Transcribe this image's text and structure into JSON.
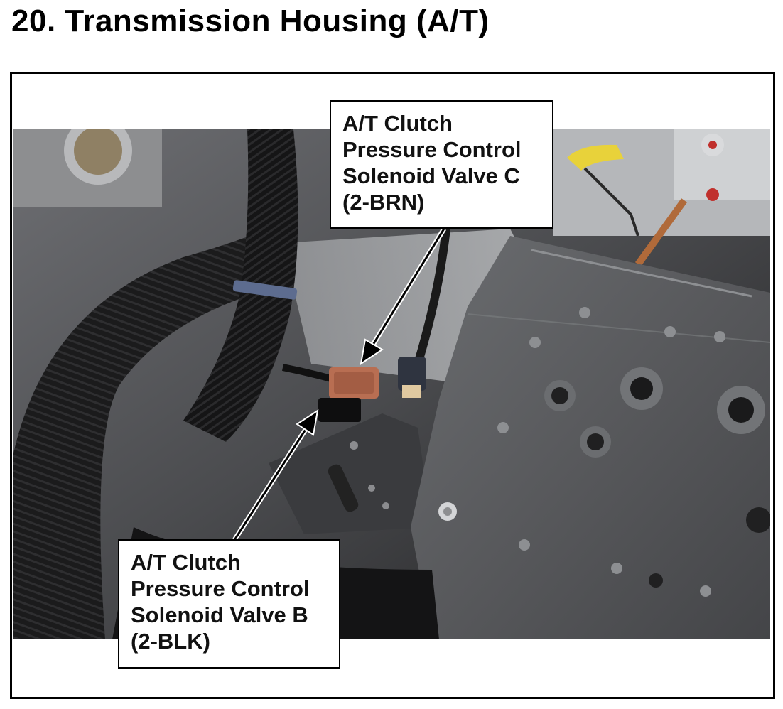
{
  "page": {
    "title": "20.  Transmission Housing (A/T)"
  },
  "callouts": {
    "valve_c": {
      "lines": [
        "A/T Clutch",
        "Pressure Control",
        "Solenoid Valve C",
        "(2-BRN)"
      ]
    },
    "valve_b": {
      "lines": [
        "A/T Clutch",
        "Pressure Control",
        "Solenoid Valve B",
        "(2-BLK)"
      ]
    }
  },
  "colors": {
    "text": "#000000",
    "background": "#ffffff",
    "brown_connector": "#b86e52",
    "yellow_dipstick": "#e8d23a"
  }
}
